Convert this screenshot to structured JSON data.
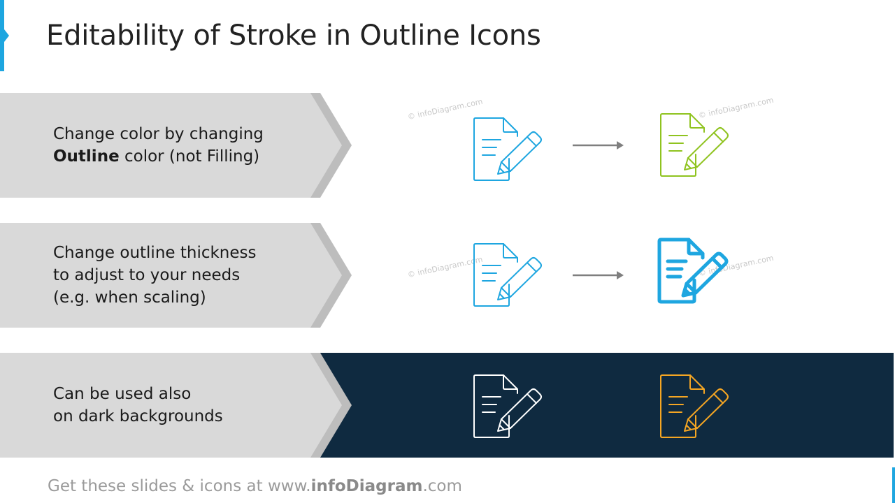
{
  "title": "Editability of Stroke in Outline Icons",
  "rows": [
    {
      "line1": "Change color by changing",
      "line2_bold": "Outline",
      "line2_rest": " color (not Filling)"
    },
    {
      "lines": [
        "Change outline thickness",
        "to adjust to your needs",
        "(e.g. when scaling)"
      ]
    },
    {
      "lines": [
        "Can be used also",
        "on dark backgrounds"
      ]
    }
  ],
  "footer": {
    "prefix": "Get these slides & icons at www.",
    "brand": "infoDiagram",
    "suffix": ".com"
  },
  "watermark": "© infoDiagram.com",
  "icons": {
    "name": "document-edit-icon",
    "colors": {
      "blue": "#1ea6e0",
      "green": "#8fc31f",
      "white": "#ffffff",
      "orange": "#f5a623"
    }
  },
  "colors": {
    "accent": "#1ea6e0",
    "dark_band": "#0f2a40",
    "row_fill": "#d9d9d9",
    "row_edge": "#bdbdbd",
    "arrow": "#7f7f7f"
  }
}
